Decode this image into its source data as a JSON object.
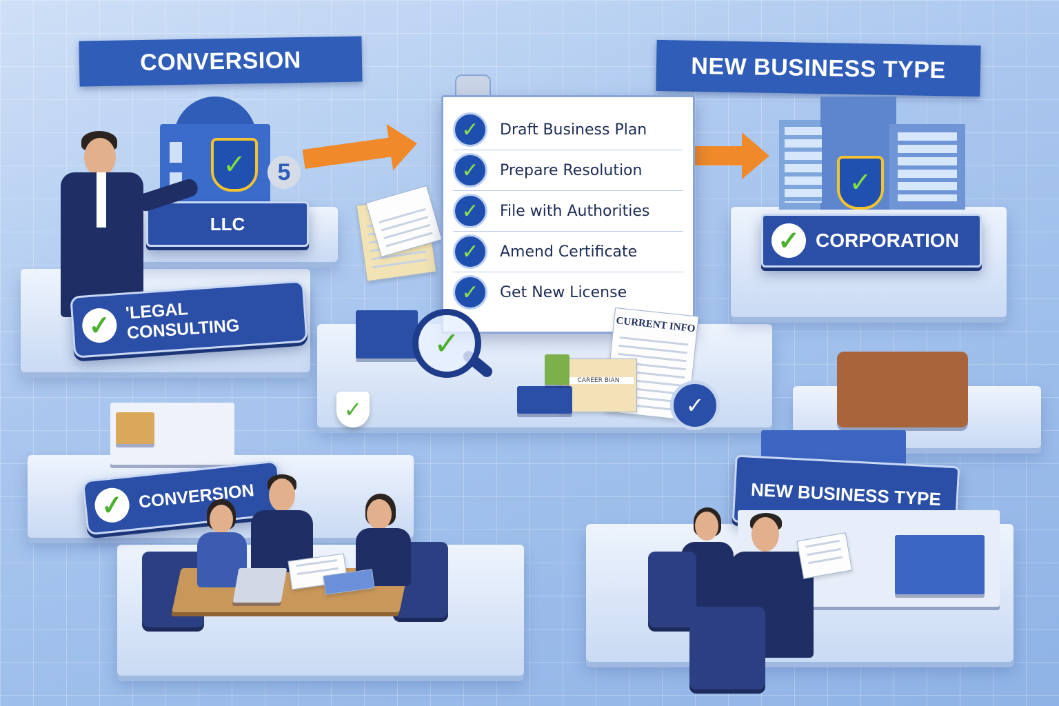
{
  "banners": {
    "top_left": "CONVERSION",
    "top_right": "NEW BUSINESS TYPE"
  },
  "tags": {
    "llc": "LLC",
    "legal_consulting": "'LEGAL CONSULTING",
    "corporation": "CORPORATION",
    "conversion": "CONVERSION",
    "new_business_type": "NEW BUSINESS TYPE"
  },
  "checklist": {
    "items": [
      "Draft Business Plan",
      "Prepare Resolution",
      "File with Authorities",
      "Amend Certificate",
      "Get New License"
    ]
  },
  "documents": {
    "current_info": "CURRENT INFO",
    "card_label": "CAREER BIAN"
  },
  "llc_number": "5",
  "colors": {
    "banner_blue": "#2f5db8",
    "tag_blue": "#2b4fa6",
    "arrow_orange": "#f0892a",
    "check_green": "#4caf2e",
    "background": "#a9c6ee"
  },
  "icons": [
    "check-icon",
    "shield-check-icon",
    "magnifier-check-icon",
    "seal-check-icon",
    "arrow-right-icon"
  ]
}
